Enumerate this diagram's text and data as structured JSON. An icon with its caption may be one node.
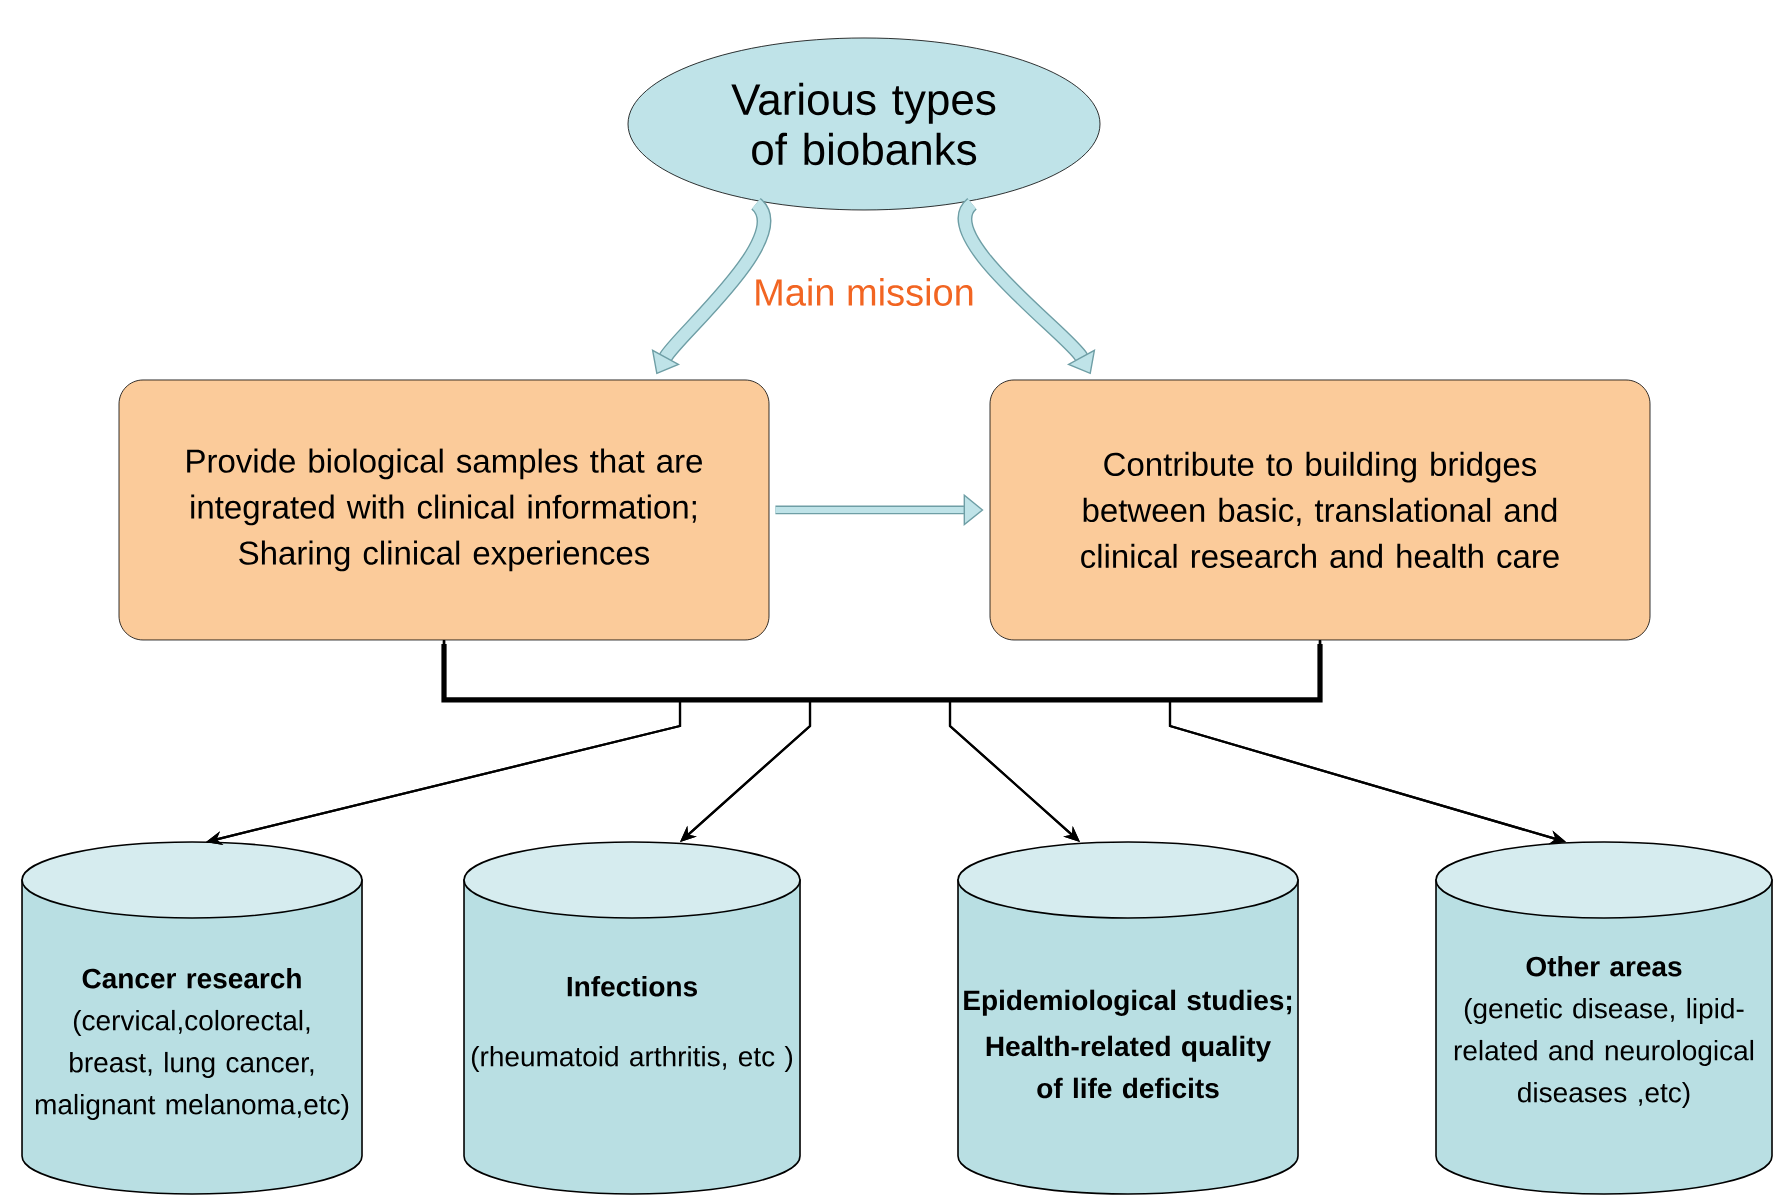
{
  "diagram": {
    "nodes": [
      {
        "text": [
          "Various types of biobanks"
        ]
      },
      {
        "text": [
          "Provide biological samples that are integrated with clinical information; Sharing clinical experiences"
        ]
      },
      {
        "text": [
          "Contribute to building bridges between basic, translational and clinical research and health care"
        ]
      },
      {
        "text": [
          "Cancer research",
          "(cervical,colorectal, breast, lung cancer, malignant melanoma,etc)"
        ]
      },
      {
        "text": [
          "Infections",
          "(rheumatoid arthritis, etc )"
        ]
      },
      {
        "text": [
          "Epidemiological studies;",
          "Health-related quality of life deficits"
        ]
      },
      {
        "text": [
          "Other areas",
          "(genetic disease, lipid-related and neurological diseases ,etc)"
        ]
      }
    ],
    "edges": [
      {
        "from": 0,
        "to": 1,
        "arrow": "to",
        "style": "thick",
        "color": "#6e9ea5"
      },
      {
        "from": 0,
        "to": 2,
        "arrow": "to",
        "style": "thick",
        "color": "#6e9ea5"
      },
      {
        "from": 1,
        "to": 2,
        "arrow": "to",
        "style": "thick",
        "color": "#6e9ea5"
      },
      {
        "from": 1,
        "to": 3,
        "arrow": "to"
      },
      {
        "from": 1,
        "to": 4,
        "arrow": "to"
      },
      {
        "from": 1,
        "to": 5,
        "arrow": "to"
      },
      {
        "from": 1,
        "to": 6,
        "arrow": "to"
      },
      {
        "from": 2,
        "to": 3,
        "arrow": "to"
      },
      {
        "from": 2,
        "to": 4,
        "arrow": "to"
      },
      {
        "from": 2,
        "to": 5,
        "arrow": "to"
      },
      {
        "from": 2,
        "to": 6,
        "arrow": "to"
      }
    ],
    "labels": [
      "Main mission"
    ]
  }
}
